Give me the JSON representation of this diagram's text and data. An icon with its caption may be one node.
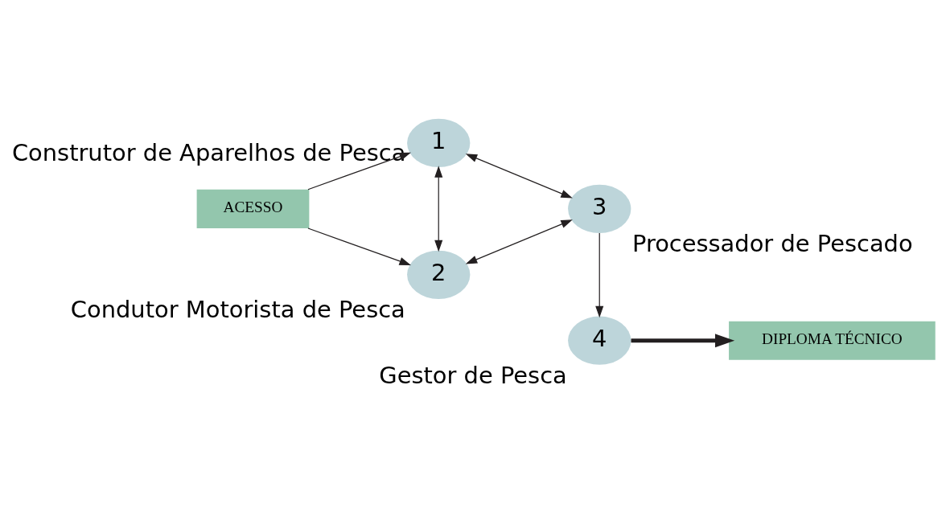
{
  "diagram": {
    "nodes": [
      {
        "text": [
          "ACESSO"
        ]
      },
      {
        "text": [
          "1"
        ],
        "beside": [
          "Construtor de Aparelhos de Pesca"
        ]
      },
      {
        "text": [
          "2"
        ],
        "beside": [
          "Condutor Motorista de Pesca"
        ]
      },
      {
        "text": [
          "3"
        ],
        "beside": [
          "Processador de Pescado"
        ]
      },
      {
        "text": [
          "4"
        ],
        "beside": [
          "Gestor de Pesca"
        ]
      },
      {
        "text": [
          "DIPLOMA TÉCNICO"
        ]
      }
    ],
    "edges": [
      {
        "from": 0,
        "to": 1,
        "arrow": "to"
      },
      {
        "from": 0,
        "to": 2,
        "arrow": "to"
      },
      {
        "from": 1,
        "to": 3,
        "arrow": "both"
      },
      {
        "from": 1,
        "to": 2,
        "arrow": "both"
      },
      {
        "from": 2,
        "to": 3,
        "arrow": "both"
      },
      {
        "from": 3,
        "to": 4,
        "arrow": "to"
      },
      {
        "from": 4,
        "to": 5,
        "arrow": "to",
        "style": "thick"
      }
    ]
  }
}
